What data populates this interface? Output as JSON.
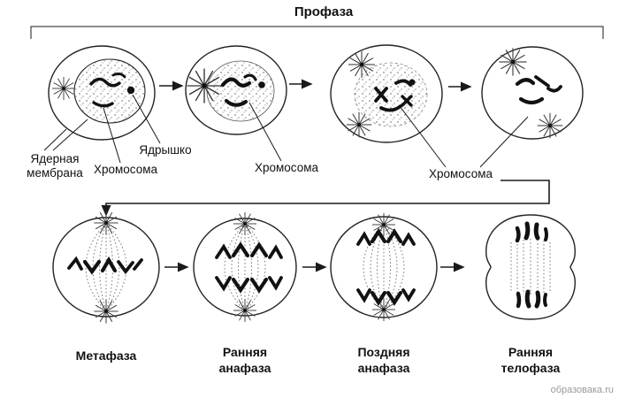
{
  "title": "Профаза",
  "labels": {
    "nuclear_membrane_1": "Ядерная",
    "nuclear_membrane_2": "мембрана",
    "nucleolus": "Ядрышко",
    "chromosome_1": "Хромосома",
    "chromosome_2": "Хромосома",
    "chromosome_3": "Хромосома"
  },
  "phases": {
    "metaphase": "Метафаза",
    "early_anaphase_1": "Ранняя",
    "early_anaphase_2": "анафаза",
    "late_anaphase_1": "Поздняя",
    "late_anaphase_2": "анафаза",
    "early_telophase_1": "Ранняя",
    "early_telophase_2": "телофаза"
  },
  "watermark": "образовака.ru",
  "colors": {
    "ink": "#111111",
    "watermark": "#999999"
  }
}
